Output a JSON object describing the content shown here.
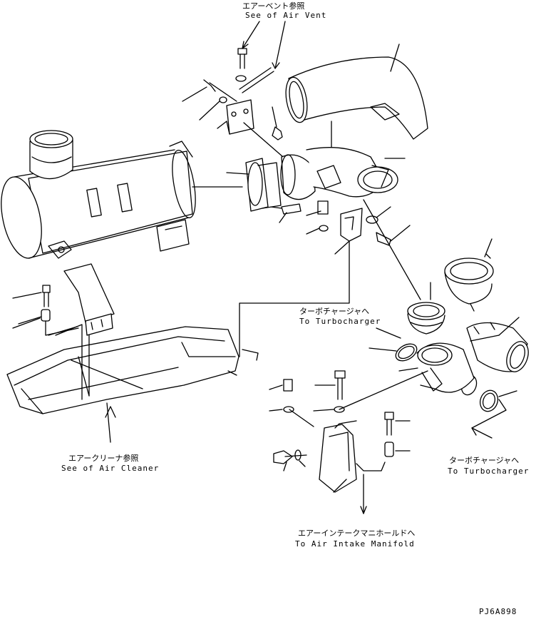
{
  "labels": {
    "air_vent_jp": "エアーベント参照",
    "air_vent_en": "See of Air Vent",
    "turbo_top_jp": "ターボチャージャへ",
    "turbo_top_en": "To Turbocharger",
    "turbo_right_jp": "ターボチャージャへ",
    "turbo_right_en": "To Turbocharger",
    "air_cleaner_jp": "エアークリーナ参照",
    "air_cleaner_en": "See of Air Cleaner",
    "intake_jp": "エアーインテークマニホールドへ",
    "intake_en": "To Air Intake Manifold",
    "drawing_code": "PJ6A898"
  }
}
